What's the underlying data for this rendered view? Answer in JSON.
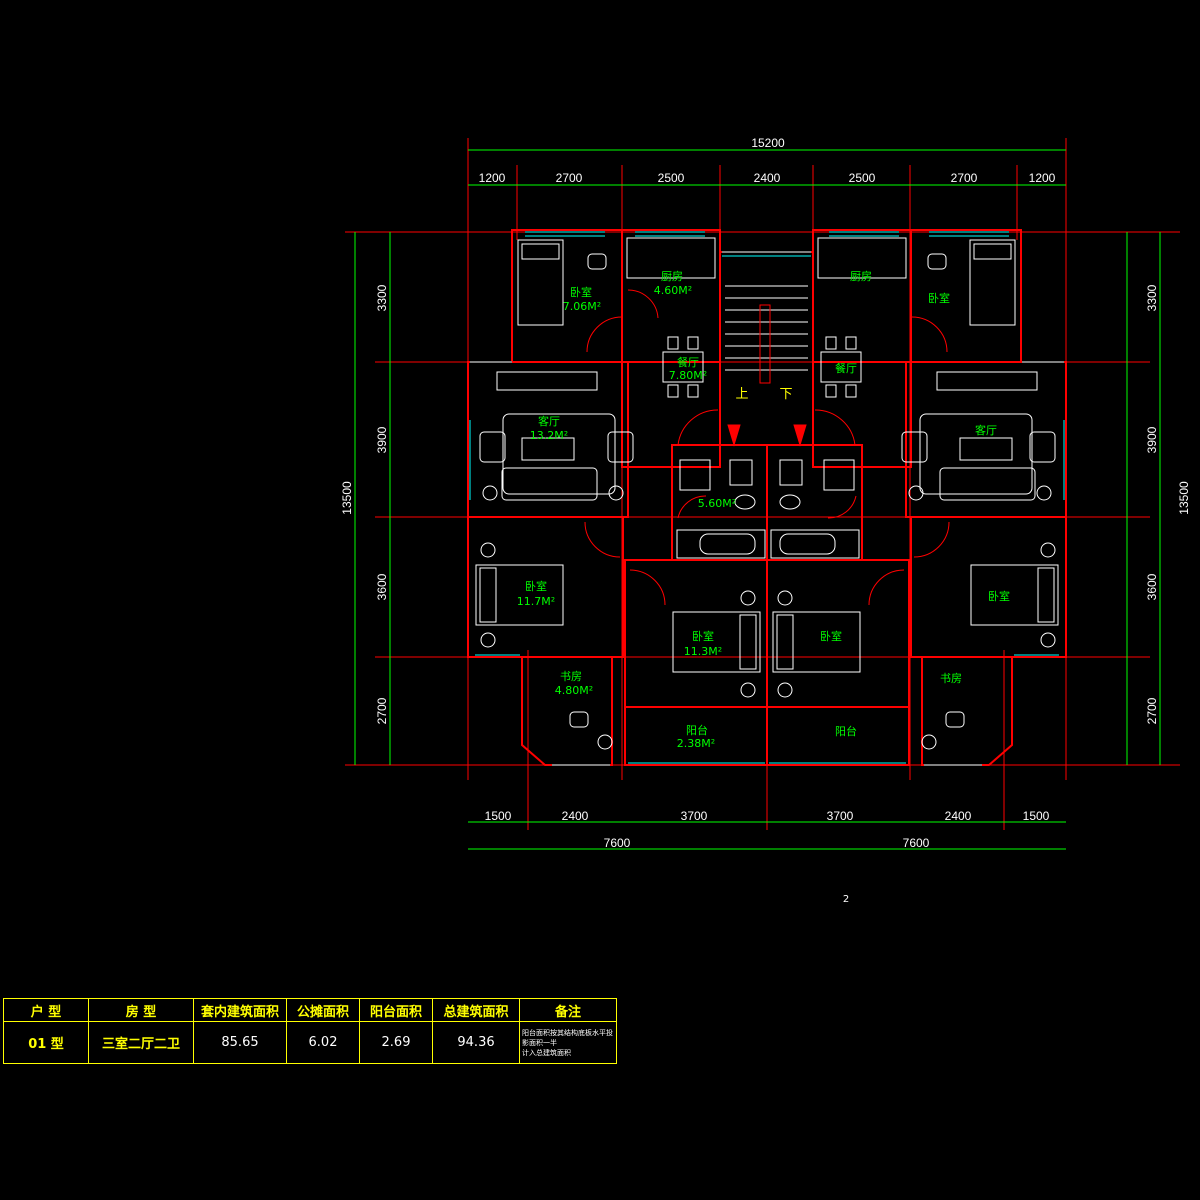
{
  "dimensions": {
    "top_total": "15200",
    "top_segments": [
      "1200",
      "2700",
      "2500",
      "2400",
      "2500",
      "2700",
      "1200"
    ],
    "bottom_segments": [
      "1500",
      "2400",
      "3700",
      "3700",
      "2400",
      "1500"
    ],
    "bottom_halves": [
      "7600",
      "7600"
    ],
    "left_segments": [
      "3300",
      "3900",
      "3600",
      "2700"
    ],
    "left_total": "13500",
    "right_segments": [
      "3300",
      "3900",
      "3600",
      "2700"
    ],
    "right_total": "13500"
  },
  "rooms": {
    "left_bedroom_top": {
      "name": "卧室",
      "area": "7.06M²"
    },
    "left_kitchen": {
      "name": "厨房",
      "area": "4.60M²"
    },
    "left_dining": {
      "name": "餐厅",
      "area": "7.80M²"
    },
    "left_living": {
      "name": "客厅",
      "area": "13.2M²"
    },
    "left_bathroom": {
      "area": "5.60M²"
    },
    "left_bedroom_mid": {
      "name": "卧室",
      "area": "11.7M²"
    },
    "left_master": {
      "name": "卧室",
      "area": "11.3M²"
    },
    "left_study": {
      "name": "书房",
      "area": "4.80M²"
    },
    "left_balcony": {
      "name": "阳台",
      "area": "2.38M²"
    },
    "right_kitchen": {
      "name": "厨房"
    },
    "right_bedroom_top": {
      "name": "卧室"
    },
    "right_dining": {
      "name": "餐厅"
    },
    "right_living": {
      "name": "客厅"
    },
    "right_bedroom_mid": {
      "name": "卧室"
    },
    "right_master": {
      "name": "卧室"
    },
    "right_study": {
      "name": "书房"
    },
    "right_balcony": {
      "name": "阳台"
    }
  },
  "stair": {
    "up": "上",
    "down": "下"
  },
  "page_number": "2",
  "summary_table": {
    "headers": [
      "户  型",
      "房  型",
      "套内建筑面积",
      "公摊面积",
      "阳台面积",
      "总建筑面积",
      "备注"
    ],
    "row": {
      "unit_type": "01  型",
      "room_type": "三室二厅二卫",
      "interior_area": "85.65",
      "shared_area": "6.02",
      "balcony_area": "2.69",
      "total_area": "94.36",
      "note_line1": "阳台面积按其结构底板水平投影面积一半",
      "note_line2": "计入总建筑面积"
    }
  },
  "colors": {
    "background": "#000000",
    "wall": "#ff0000",
    "furniture": "#ffffff",
    "window": "#00ffff",
    "dimension": "#00ff00",
    "room_text": "#00ff00",
    "table": "#ffff00"
  }
}
